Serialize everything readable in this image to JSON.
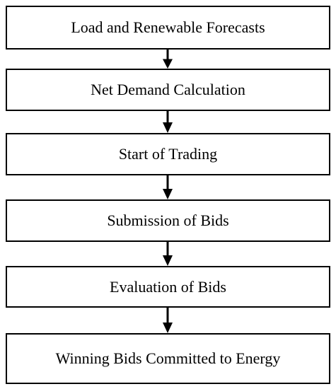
{
  "flowchart": {
    "steps": [
      {
        "label": "Load and Renewable Forecasts"
      },
      {
        "label": "Net Demand Calculation"
      },
      {
        "label": "Start of Trading"
      },
      {
        "label": "Submission of Bids"
      },
      {
        "label": "Evaluation of Bids"
      },
      {
        "label": "Winning Bids Committed to Energy"
      }
    ],
    "colors": {
      "border": "#000000",
      "arrow": "#000000",
      "background": "#ffffff",
      "text": "#000000"
    }
  }
}
